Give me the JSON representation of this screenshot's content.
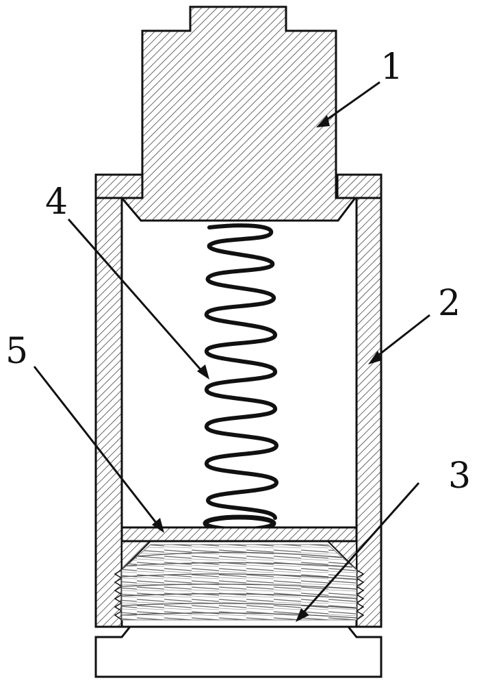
{
  "callouts": [
    {
      "id": "1",
      "label": "1"
    },
    {
      "id": "2",
      "label": "2"
    },
    {
      "id": "3",
      "label": "3"
    },
    {
      "id": "4",
      "label": "4"
    },
    {
      "id": "5",
      "label": "5"
    }
  ],
  "colors": {
    "line": "#111111",
    "hatch": "#555555",
    "background": "#ffffff"
  }
}
